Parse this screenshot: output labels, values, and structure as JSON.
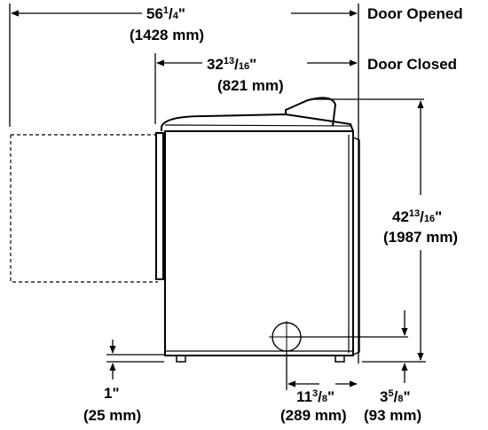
{
  "labels": {
    "door_opened": "Door Opened",
    "door_closed": "Door Closed"
  },
  "dims": {
    "overall_depth_opened": {
      "whole": "56",
      "num": "1",
      "den": "4",
      "in_mark": "\"",
      "mm": "(1428 mm)"
    },
    "depth_closed": {
      "whole": "32",
      "num": "13",
      "den": "16",
      "in_mark": "\"",
      "mm": "(821 mm)"
    },
    "height": {
      "whole": "42",
      "num": "13",
      "den": "16",
      "in_mark": "\"",
      "mm": "(1987 mm)"
    },
    "foot_height": {
      "whole": "1",
      "in_mark": "\"",
      "mm": "(25 mm)"
    },
    "vent_from_rear": {
      "whole": "11",
      "num": "3",
      "den": "8",
      "in_mark": "\"",
      "mm": "(289 mm)"
    },
    "vent_height": {
      "whole": "3",
      "num": "5",
      "den": "8",
      "in_mark": "\"",
      "mm": "(93 mm)"
    }
  }
}
